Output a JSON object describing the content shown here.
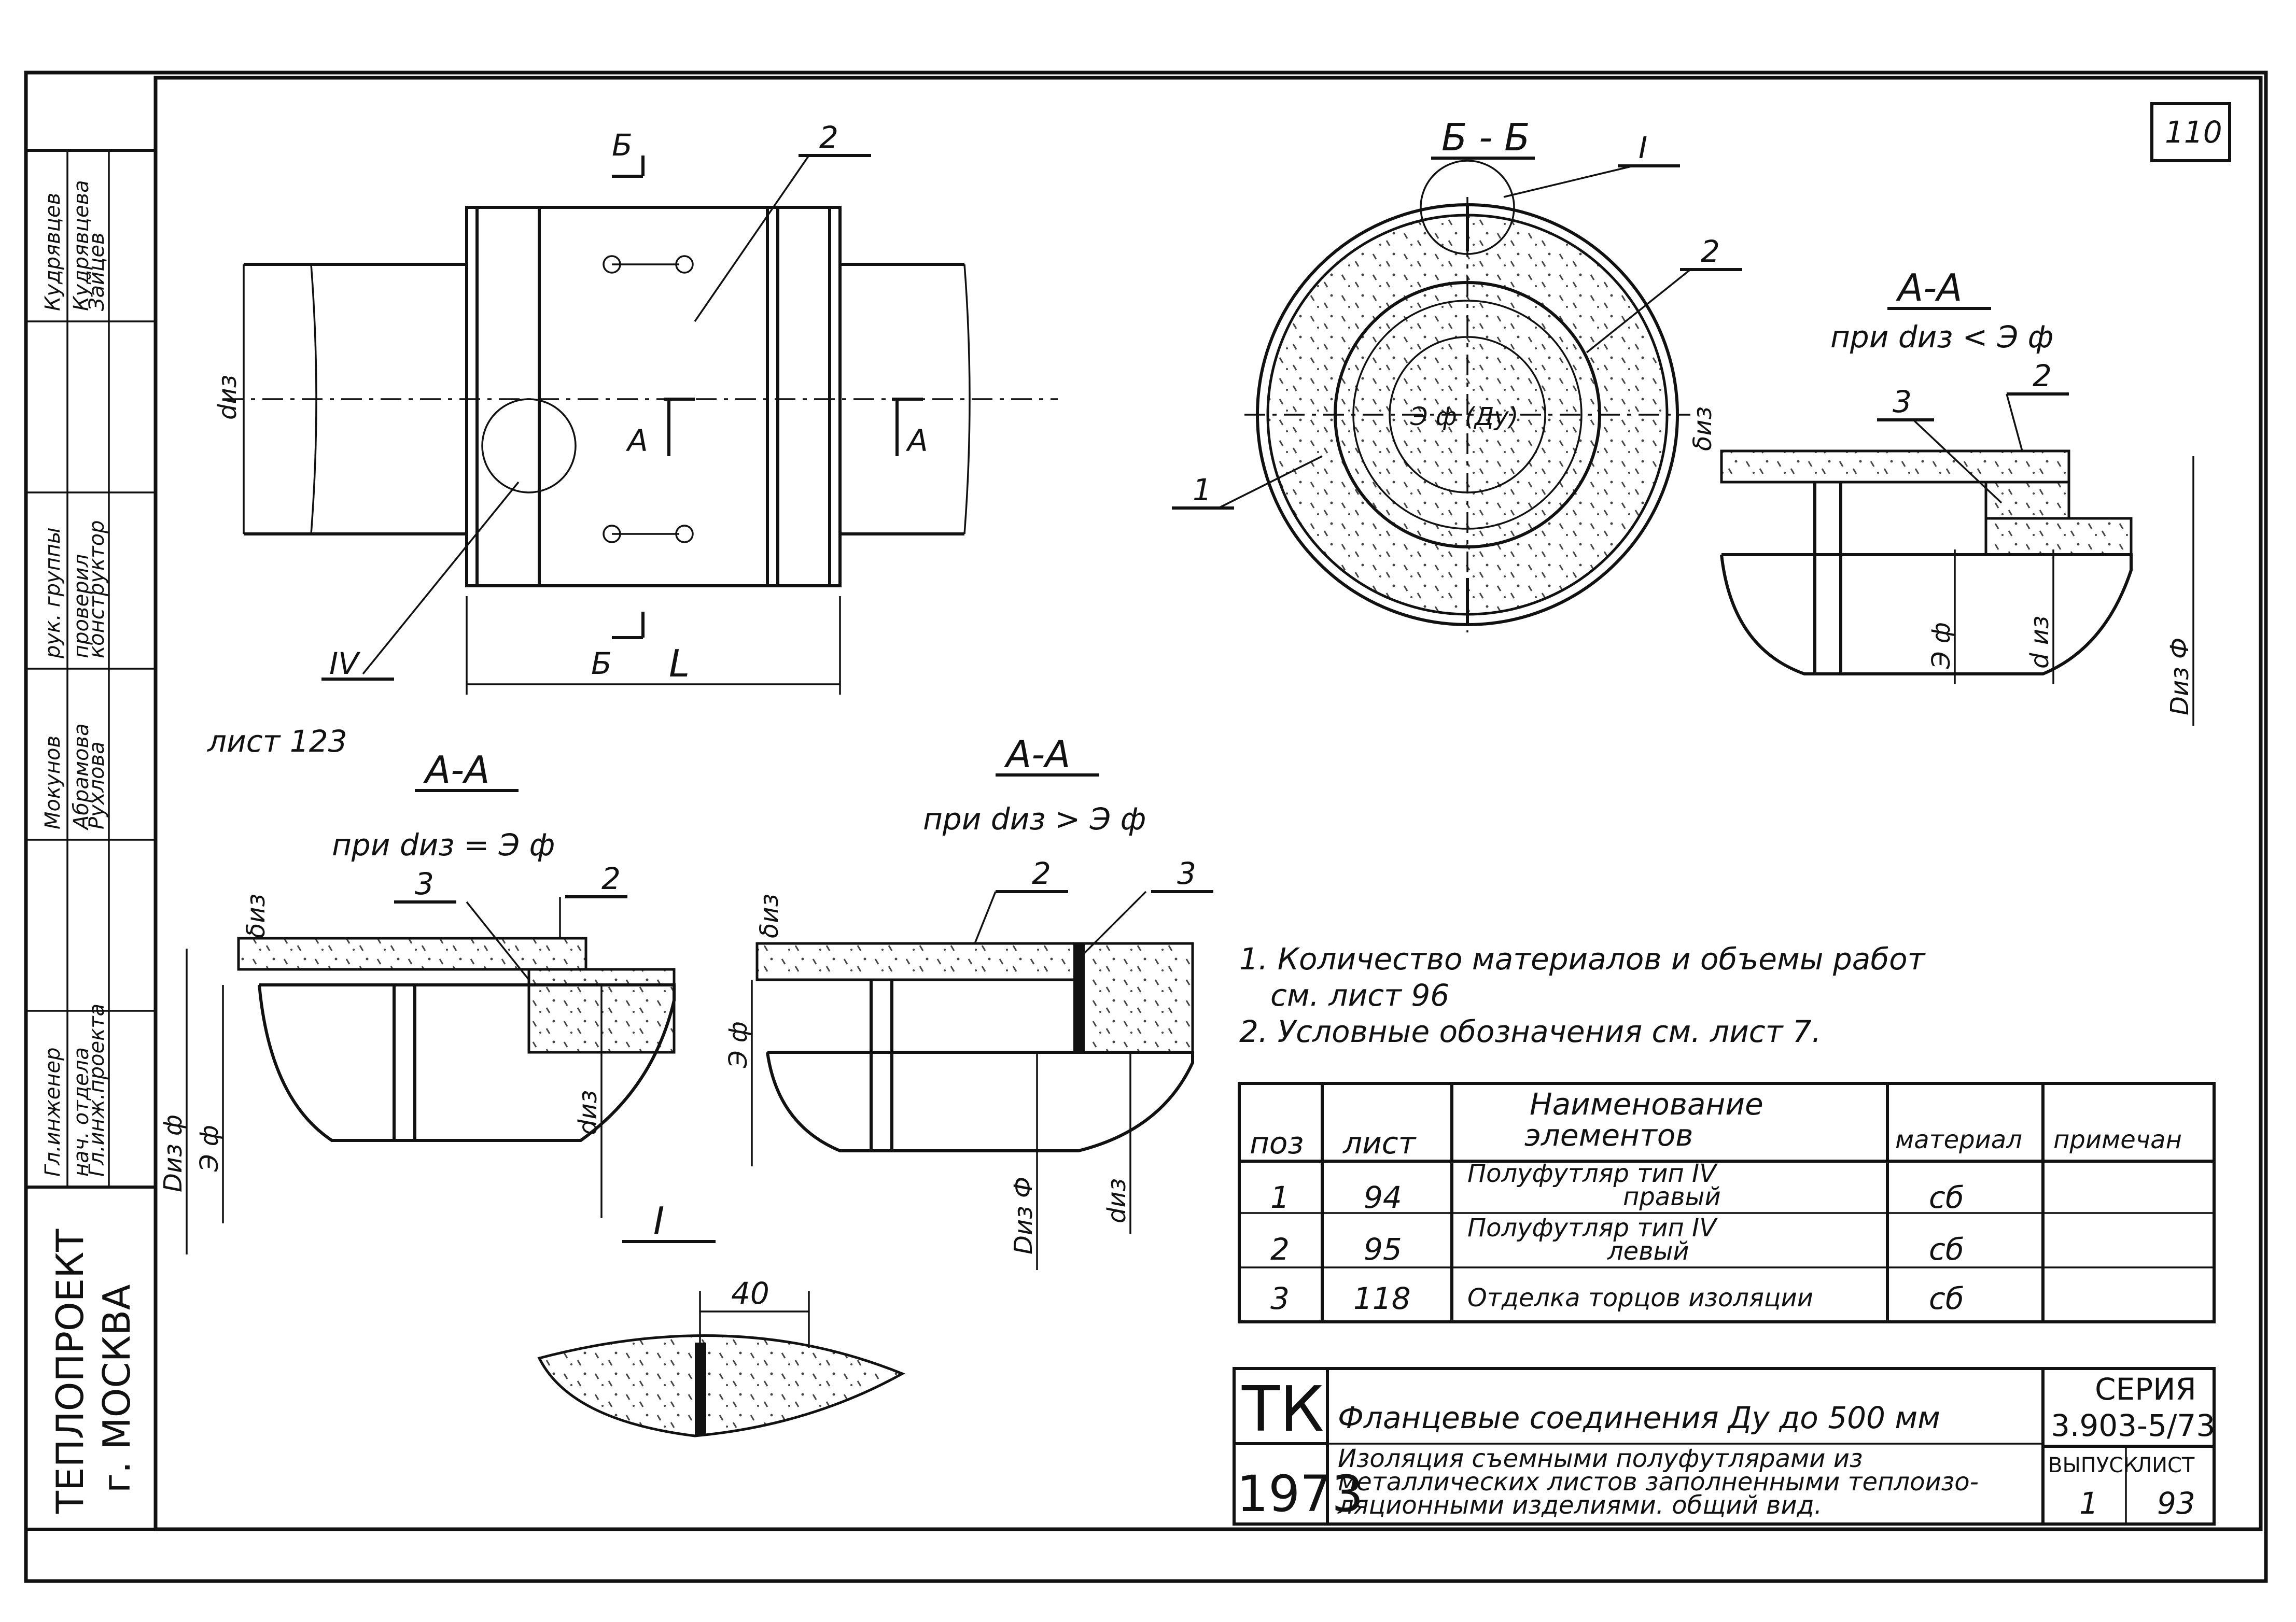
{
  "sheet_number_corner": "110",
  "company_stamp": {
    "name": "ТЕПЛОПРОЕКТ",
    "city": "г. МОСКВА"
  },
  "side_stamp": {
    "roles": [
      "Гл.инженер",
      "нач. отдела",
      "Гл.инж.проекта",
      "рук. группы",
      "проверил",
      "конструктор"
    ],
    "names": [
      "Кудрявцев",
      "Кудрявцева",
      "Зайцев",
      "Мокунов",
      "Абрамова",
      "Рухлова"
    ]
  },
  "main_view": {
    "pos_label": "2",
    "section_b_top": "Б",
    "section_b_bottom": "Б",
    "section_a_left": "А",
    "section_a_right": "А",
    "dim_length": "L",
    "dim_diameter": "dиз",
    "callout_iv": "IV",
    "sheet_ref": "лист 123"
  },
  "section_bb": {
    "title": "Б - Б",
    "callout_i": "I",
    "pos_2": "2",
    "pos_1": "1",
    "inner_label": "Э ф (Ду)"
  },
  "section_aa_lt": {
    "title": "А-А",
    "subtitle": "при dиз < Э ф",
    "pos_3": "3",
    "pos_2": "2",
    "label_siz": "δиз",
    "label_ef": "Э ф",
    "label_diz": "d из",
    "label_dizbig": "Dиз Ф"
  },
  "section_aa_eq": {
    "title": "А-А",
    "subtitle": "при dиз = Э ф",
    "pos_3": "3",
    "pos_2": "2",
    "label_siz": "δиз",
    "label_dizf": "Dиз ф",
    "label_ef": "Э ф",
    "label_diz": "dиз"
  },
  "section_aa_gt": {
    "title": "А-А",
    "subtitle": "при dиз > Э ф",
    "pos_2": "2",
    "pos_3": "3",
    "label_siz": "δиз",
    "label_ef": "Э ф",
    "label_dizf": "Dиз Ф",
    "label_diz": "dиз"
  },
  "detail_i": {
    "title": "I",
    "dim": "40"
  },
  "notes": [
    "1. Количество материалов и объемы работ",
    "см. лист 96",
    "2. Условные обозначения см. лист 7."
  ],
  "spec_table": {
    "headers": {
      "pos": "поз",
      "sheet": "лист",
      "name_line1": "Наименование",
      "name_line2": "элементов",
      "material": "материал",
      "note": "примечан"
    },
    "rows": [
      {
        "pos": "1",
        "sheet": "94",
        "name_line1": "Полуфутляр тип IV",
        "name_line2": "правый",
        "material": "сб"
      },
      {
        "pos": "2",
        "sheet": "95",
        "name_line1": "Полуфутляр тип IV",
        "name_line2": "левый",
        "material": "сб"
      },
      {
        "pos": "3",
        "sheet": "118",
        "name_line1": "Отделка торцов изоляции",
        "name_line2": "",
        "material": "сб"
      }
    ]
  },
  "title_block": {
    "tk": "ТК",
    "year": "1973",
    "title_line1": "Фланцевые соединения   Ду до 500 мм",
    "title_line2": "Изоляция съемными полуфутлярами из",
    "title_line3": "металлических листов заполненными теплоизо-",
    "title_line4": "ляционными изделиями. общий вид.",
    "series_label": "СЕРИЯ",
    "series_value": "3.903-5/73",
    "issue_label": "ВЫПУСК",
    "issue_value": "1",
    "sheet_label": "ЛИСТ",
    "sheet_value": "93"
  }
}
